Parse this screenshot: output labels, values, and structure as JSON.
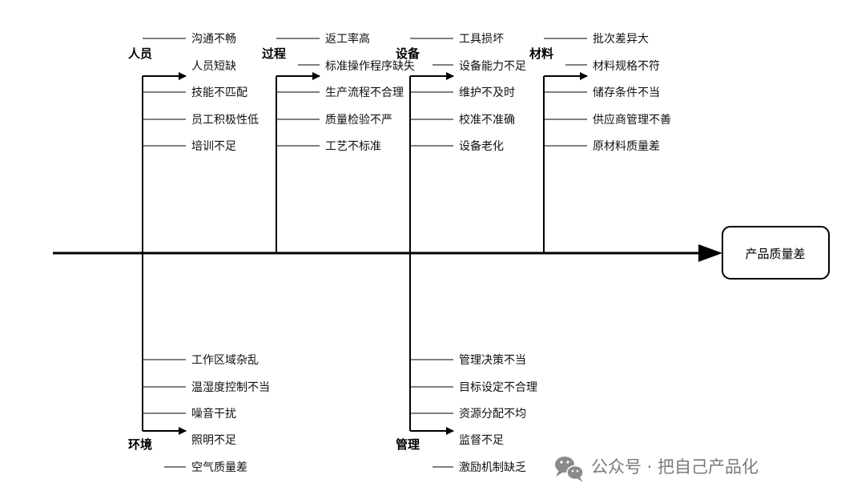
{
  "effect": "产品质量差",
  "categories": {
    "people": {
      "name": "人员",
      "causes": [
        "沟通不畅",
        "人员短缺",
        "技能不匹配",
        "员工积极性低",
        "培训不足"
      ]
    },
    "process": {
      "name": "过程",
      "causes": [
        "返工率高",
        "标准操作程序缺失",
        "生产流程不合理",
        "质量检验不严",
        "工艺不标准"
      ]
    },
    "equipment": {
      "name": "设备",
      "causes": [
        "工具损坏",
        "设备能力不足",
        "维护不及时",
        "校准不准确",
        "设备老化"
      ]
    },
    "materials": {
      "name": "材料",
      "causes": [
        "批次差异大",
        "材料规格不符",
        "储存条件不当",
        "供应商管理不善",
        "原材料质量差"
      ]
    },
    "environment": {
      "name": "环境",
      "causes": [
        "工作区域杂乱",
        "温湿度控制不当",
        "噪音干扰",
        "照明不足",
        "空气质量差"
      ]
    },
    "management": {
      "name": "管理",
      "causes": [
        "管理决策不当",
        "目标设定不合理",
        "资源分配不均",
        "监督不足",
        "激励机制缺乏"
      ]
    }
  },
  "watermark": "公众号 · 把自己产品化",
  "watermark_icon": "wechat-icon"
}
